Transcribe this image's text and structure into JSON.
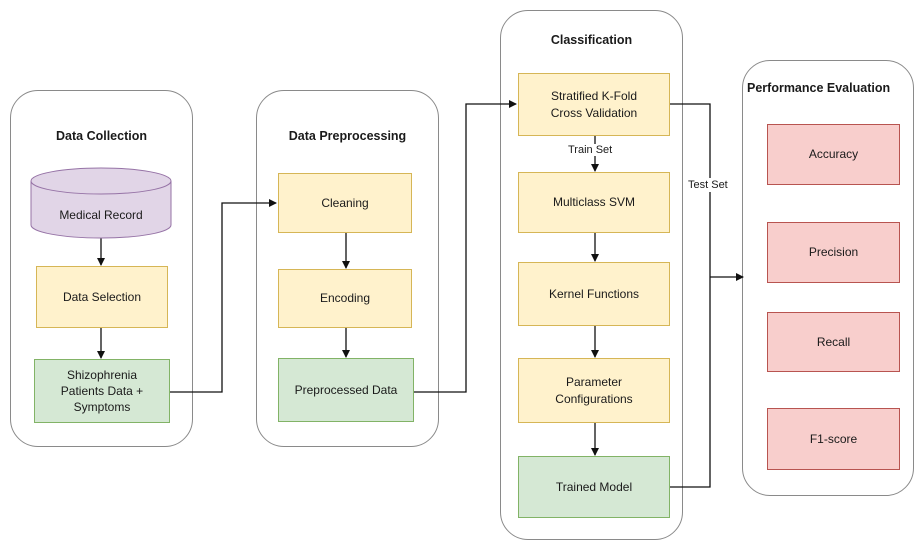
{
  "panels": {
    "collection": {
      "title": "Data Collection",
      "database": "Medical Record",
      "selection": "Data Selection",
      "output": "Shizophrenia\nPatients Data +\nSymptoms"
    },
    "preprocessing": {
      "title": "Data Preprocessing",
      "cleaning": "Cleaning",
      "encoding": "Encoding",
      "output": "Preprocessed Data"
    },
    "classification": {
      "title": "Classification",
      "kfold": "Stratified K-Fold\nCross Validation",
      "svm": "Multiclass SVM",
      "kernel": "Kernel Functions",
      "params": "Parameter\nConfigurations",
      "model": "Trained Model"
    },
    "evaluation": {
      "title": "Performance Evaluation",
      "metrics": [
        "Accuracy",
        "Precision",
        "Recall",
        "F1-score"
      ]
    }
  },
  "edge_labels": {
    "train": "Train Set",
    "test": "Test Set"
  }
}
